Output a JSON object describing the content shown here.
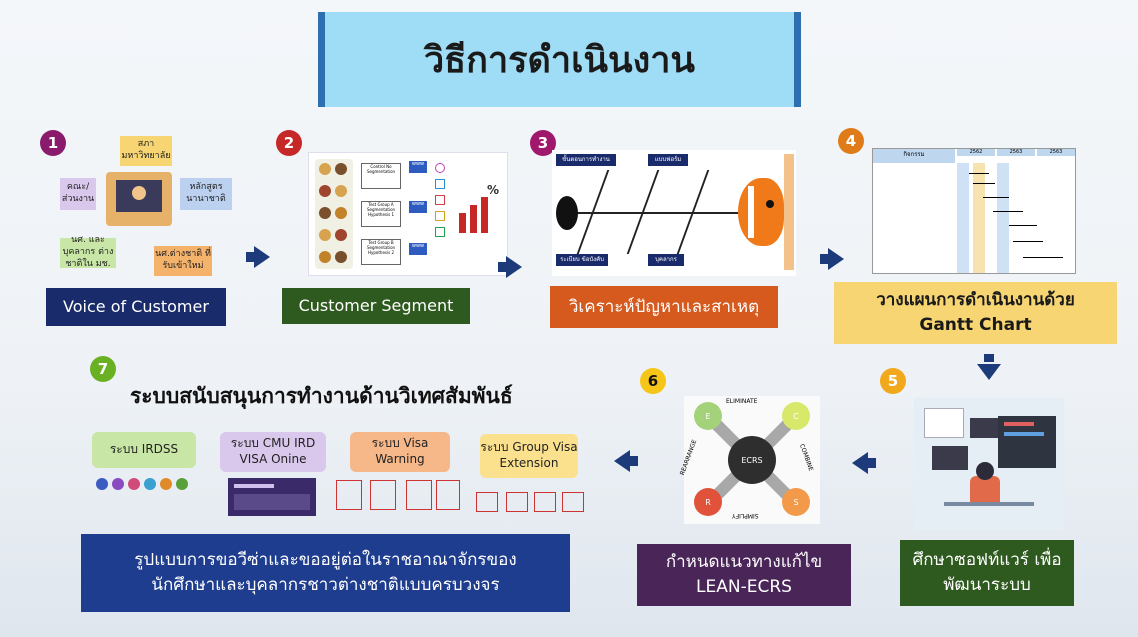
{
  "title": "วิธีการดำเนินงาน",
  "steps": [
    {
      "num": "1",
      "label": "Voice of Customer",
      "color": "#8a1a6b",
      "box": "#1a2b6b"
    },
    {
      "num": "2",
      "label": "Customer Segment",
      "color": "#c62828",
      "box": "#2f5a1f"
    },
    {
      "num": "3",
      "label": "วิเคราะห์ปัญหาและสาเหตุ",
      "color": "#a0186b",
      "box": "#d65a1e"
    },
    {
      "num": "4",
      "label": "วางแผนการดำเนินงานด้วย Gantt Chart",
      "color": "#e07b1a",
      "box": "#f7d572"
    },
    {
      "num": "5",
      "label": "ศึกษาซอฟท์แวร์ เพื่อพัฒนาระบบ",
      "color": "#f2a81d",
      "box": "#2f5a1f"
    },
    {
      "num": "6",
      "label": "กำหนดแนวทางแก้ไข LEAN-ECRS",
      "color": "#f5c518",
      "box": "#4a2558"
    },
    {
      "num": "7",
      "label": "รูปแบบการขอวีซ่าและขออยู่ต่อในราชอาณาจักรของ นักศึกษาและบุคลากรชาวต่างชาติแบบครบวงจร",
      "color": "#6ab023",
      "box": "#1e3d8f"
    }
  ],
  "step7_heading": "ระบบสนับสนุนการทำงานด้านวิเทศสัมพันธ์",
  "cycle": {
    "top": "สภา มหาวิทยาลัย",
    "right": "หลักสูตร นานาชาติ",
    "bottom_right": "นศ.ต่างชาติ ที่รับเข้าใหม่",
    "bottom_left": "นศ. และบุคลากร ต่างชาติใน มช.",
    "left": "คณะ/ ส่วนงาน"
  },
  "segment": {
    "boxes": [
      "Control No Segmentation",
      "Test Group A Segmentation Hypothesis 1",
      "Test Group B Segmentation Hypothesis 2"
    ],
    "www": "www",
    "percent": "%"
  },
  "fishbone": {
    "tags": [
      "ขั้นตอนการทำงาน",
      "แบบฟอร์ม",
      "ระเบียบ ข้อบังคับ",
      "บุคลากร"
    ]
  },
  "gantt": {
    "header": "กิจกรรม",
    "years": [
      "2562",
      "2563",
      "2563"
    ]
  },
  "ecrs": {
    "center": "ECRS",
    "words": [
      "ELIMINATE",
      "COMBINE",
      "SIMPLIFY",
      "REARRANGE"
    ],
    "letters": [
      "E",
      "C",
      "S",
      "R"
    ]
  },
  "systems": [
    {
      "title": "ระบบ   IRDSS",
      "color": "#c8e6a6"
    },
    {
      "title": "ระบบ CMU IRD VISA  Onine",
      "color": "#d9c7ec"
    },
    {
      "title": "ระบบ Visa Warning",
      "color": "#f6b889"
    },
    {
      "title": "ระบบ Group Visa Extension",
      "color": "#fbe08e"
    }
  ]
}
